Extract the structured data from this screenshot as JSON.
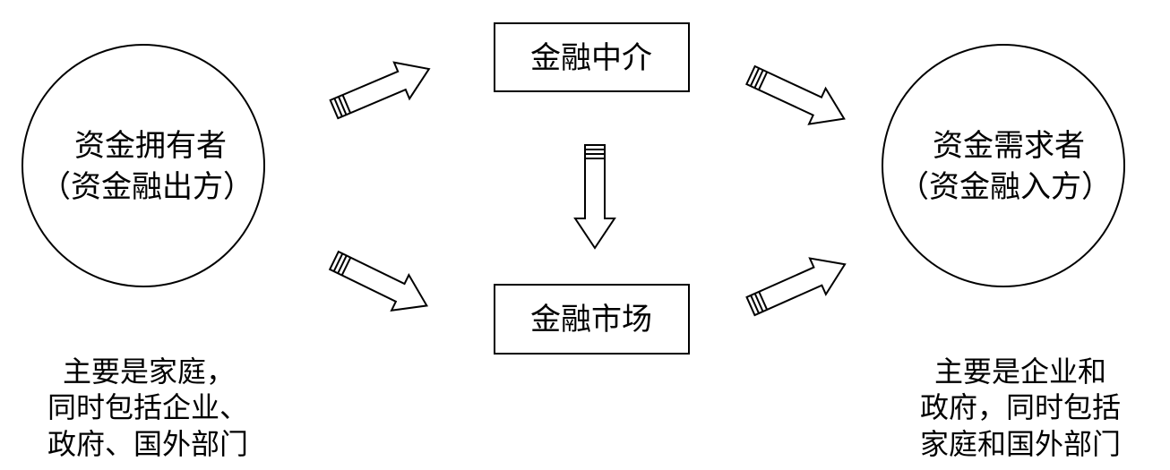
{
  "diagram": {
    "left_node": {
      "line1": "资金拥有者",
      "line2": "（资金融出方）",
      "note": [
        "主要是家庭，",
        "同时包括企业、",
        "政府、国外部门"
      ]
    },
    "right_node": {
      "line1": "资金需求者",
      "line2": "（资金融入方）",
      "note": [
        "主要是企业和",
        "政府，同时包括",
        "家庭和国外部门"
      ]
    },
    "intermediary_box": {
      "label": "金融中介"
    },
    "market_box": {
      "label": "金融市场"
    }
  }
}
